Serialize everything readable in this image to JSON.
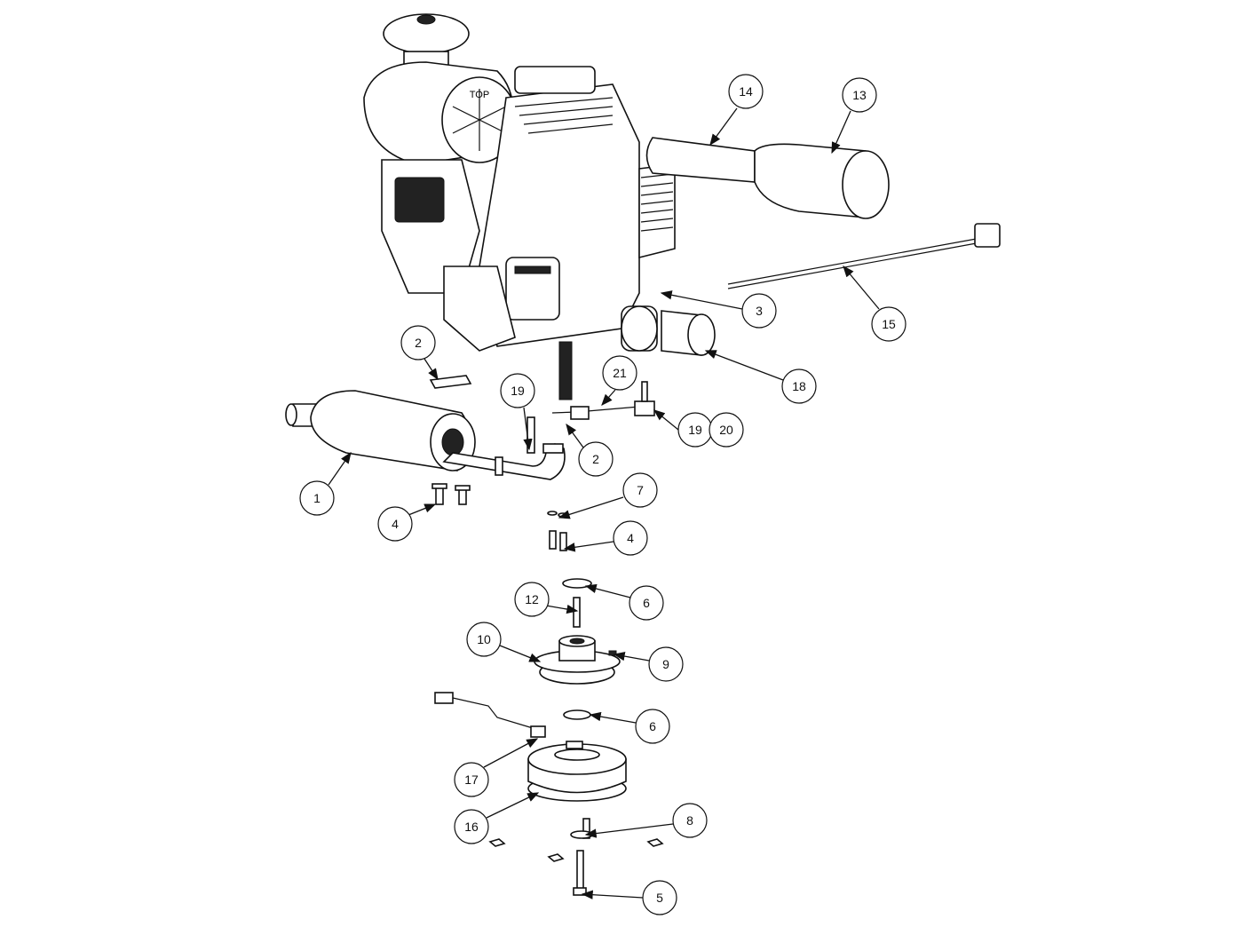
{
  "title": "Engine and Clutch Exploded Parts Diagram",
  "engine_label": "TOP",
  "callouts": [
    "14",
    "13",
    "3",
    "15",
    "18",
    "2",
    "19",
    "21",
    "19",
    "20",
    "2",
    "1",
    "7",
    "4",
    "4",
    "6",
    "12",
    "10",
    "9",
    "6",
    "17",
    "16",
    "8",
    "5"
  ]
}
